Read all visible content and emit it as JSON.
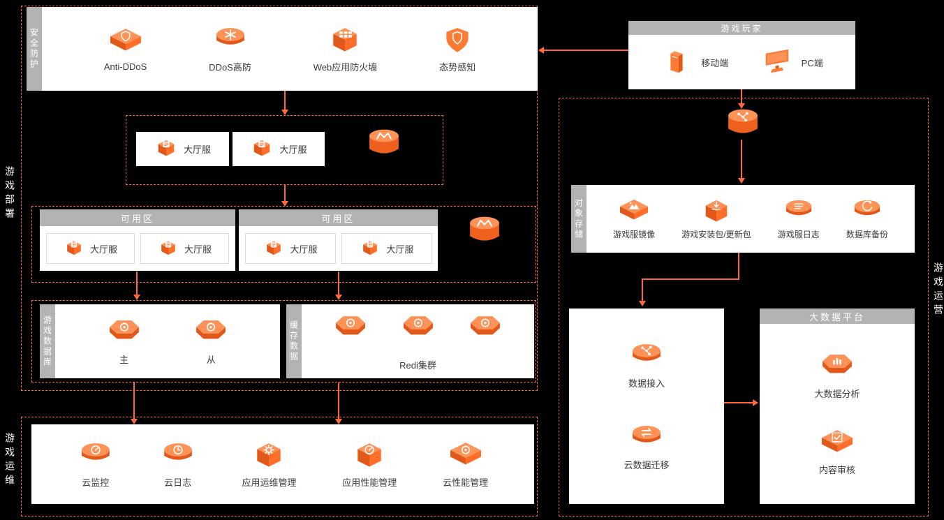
{
  "colors": {
    "background": "#000000",
    "accent_orange": "#ff6a3d",
    "icon_orange": "#ff7a33",
    "icon_orange_dark": "#e2581a",
    "header_gray": "#b3b3b3",
    "panel_white": "#ffffff"
  },
  "side_labels": {
    "deploy": "游戏部署",
    "ops": "游戏运维",
    "operate": "游戏运营"
  },
  "security": {
    "tab": "安全防护",
    "items": [
      "Anti-DDoS",
      "DDoS高防",
      "Web应用防火墙",
      "态势感知"
    ]
  },
  "lobby": {
    "servers": [
      "大厅服",
      "大厅服"
    ]
  },
  "zones": [
    {
      "header": "可用区",
      "servers": [
        "大厅服",
        "大厅服"
      ]
    },
    {
      "header": "可用区",
      "servers": [
        "大厅服",
        "大厅服"
      ]
    }
  ],
  "database": {
    "tab": "游戏数据库",
    "master": "主",
    "slave": "从"
  },
  "cache": {
    "tab": "缓存数据",
    "cluster": "Redi集群"
  },
  "ops": {
    "items": [
      "云监控",
      "云日志",
      "应用运维管理",
      "应用性能管理",
      "云性能管理"
    ]
  },
  "players": {
    "header": "游戏玩家",
    "items": [
      "移动端",
      "PC端"
    ]
  },
  "storage": {
    "tab": "对象存储",
    "items": [
      "游戏服镜像",
      "游戏安装包/更新包",
      "游戏服日志",
      "数据库备份"
    ]
  },
  "dataflow": {
    "items": [
      "数据接入",
      "云数据迁移"
    ]
  },
  "bigdata": {
    "header": "大数据平台",
    "items": [
      "大数据分析",
      "内容审核"
    ]
  },
  "icons": {
    "anti-ddos-shield-icon": "iso-tile + shield",
    "ddos-protection-icon": "iso-disc + burst",
    "waf-icon": "iso-cube + grid",
    "situation-awareness-shield-icon": "shield badge",
    "lobby-server-icon": "iso-cube + document",
    "load-balancer-icon": "cylinder + M wave",
    "master-db-icon": "iso-hex + ring",
    "slave-db-icon": "iso-hex + ring",
    "redis-node-icon": "iso-hex + ring",
    "cloud-monitor-icon": "iso-disc + gauge",
    "cloud-log-icon": "iso-disc + clock",
    "app-ops-icon": "iso-cube + gear",
    "app-performance-icon": "iso-cube + gauge",
    "cloud-performance-icon": "iso-tile + ring",
    "mobile-icon": "iso phone slab",
    "pc-icon": "iso monitor",
    "cdn-icon": "cylinder + network dots",
    "server-image-icon": "iso-tile + mountain",
    "install-package-icon": "iso-cube + download arrow",
    "server-log-icon": "iso-disc + text lines",
    "db-backup-icon": "iso-disc + refresh arrow",
    "data-ingest-icon": "iso-disc + share nodes",
    "data-migration-icon": "iso-disc + opposing arrows",
    "bigdata-analysis-icon": "iso-hex + bar chart",
    "content-audit-icon": "iso-tile + checklist"
  }
}
